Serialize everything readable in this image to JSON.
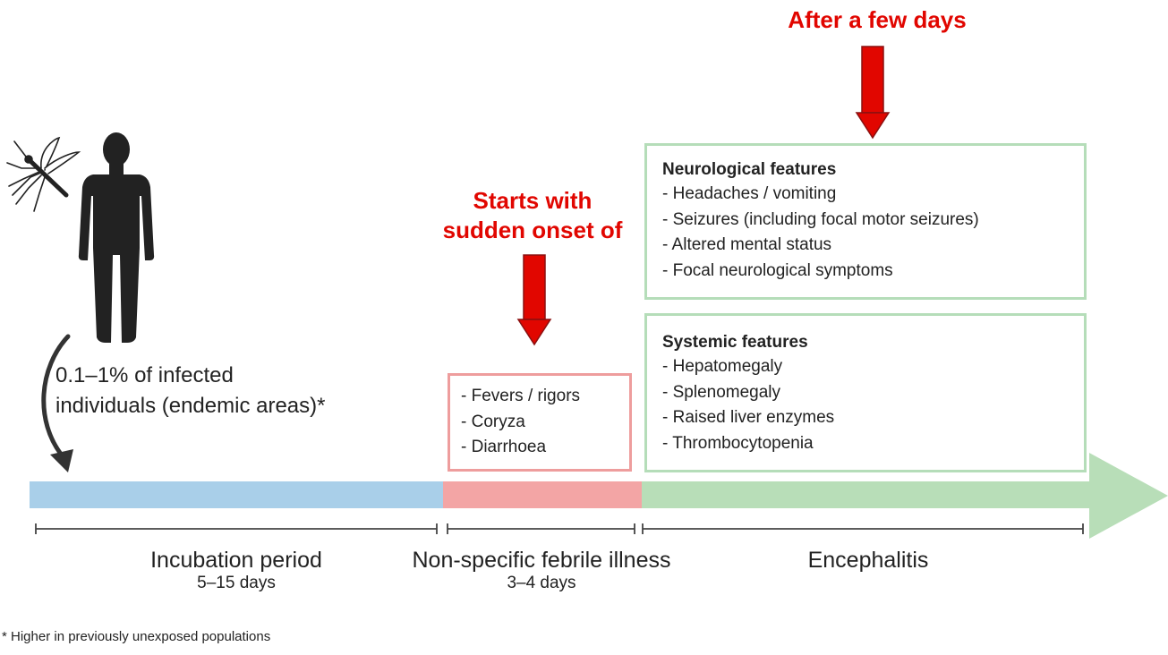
{
  "annotations": {
    "after_days": "After a few days",
    "onset_line1": "Starts with",
    "onset_line2": "sudden onset of"
  },
  "infection_note": {
    "line1": "0.1–1% of infected",
    "line2": "individuals (endemic areas)*"
  },
  "neuro_box": {
    "title": "Neurological features",
    "items": [
      "- Headaches / vomiting",
      "- Seizures (including focal motor seizures)",
      "- Altered mental status",
      "- Focal neurological symptoms"
    ]
  },
  "systemic_box": {
    "title": "Systemic features",
    "items": [
      "- Hepatomegaly",
      "- Splenomegaly",
      "- Raised liver enzymes",
      "- Thrombocytopenia"
    ]
  },
  "febrile_box": {
    "items": [
      "- Fevers / rigors",
      "- Coryza",
      "- Diarrhoea"
    ]
  },
  "stages": [
    {
      "name": "Incubation period",
      "duration": "5–15 days"
    },
    {
      "name": "Non-specific febrile illness",
      "duration": "3–4 days"
    },
    {
      "name": "Encephalitis",
      "duration": ""
    }
  ],
  "footnote": "* Higher in previously unexposed populations",
  "colors": {
    "incubation": "#a9cfe9",
    "febrile": "#f3a5a5",
    "encephalitis": "#b8deb8",
    "annotation_red": "#e10600"
  },
  "icons": [
    "mosquito-icon",
    "human-figure-icon",
    "curved-arrow-icon",
    "down-arrow-icon"
  ]
}
